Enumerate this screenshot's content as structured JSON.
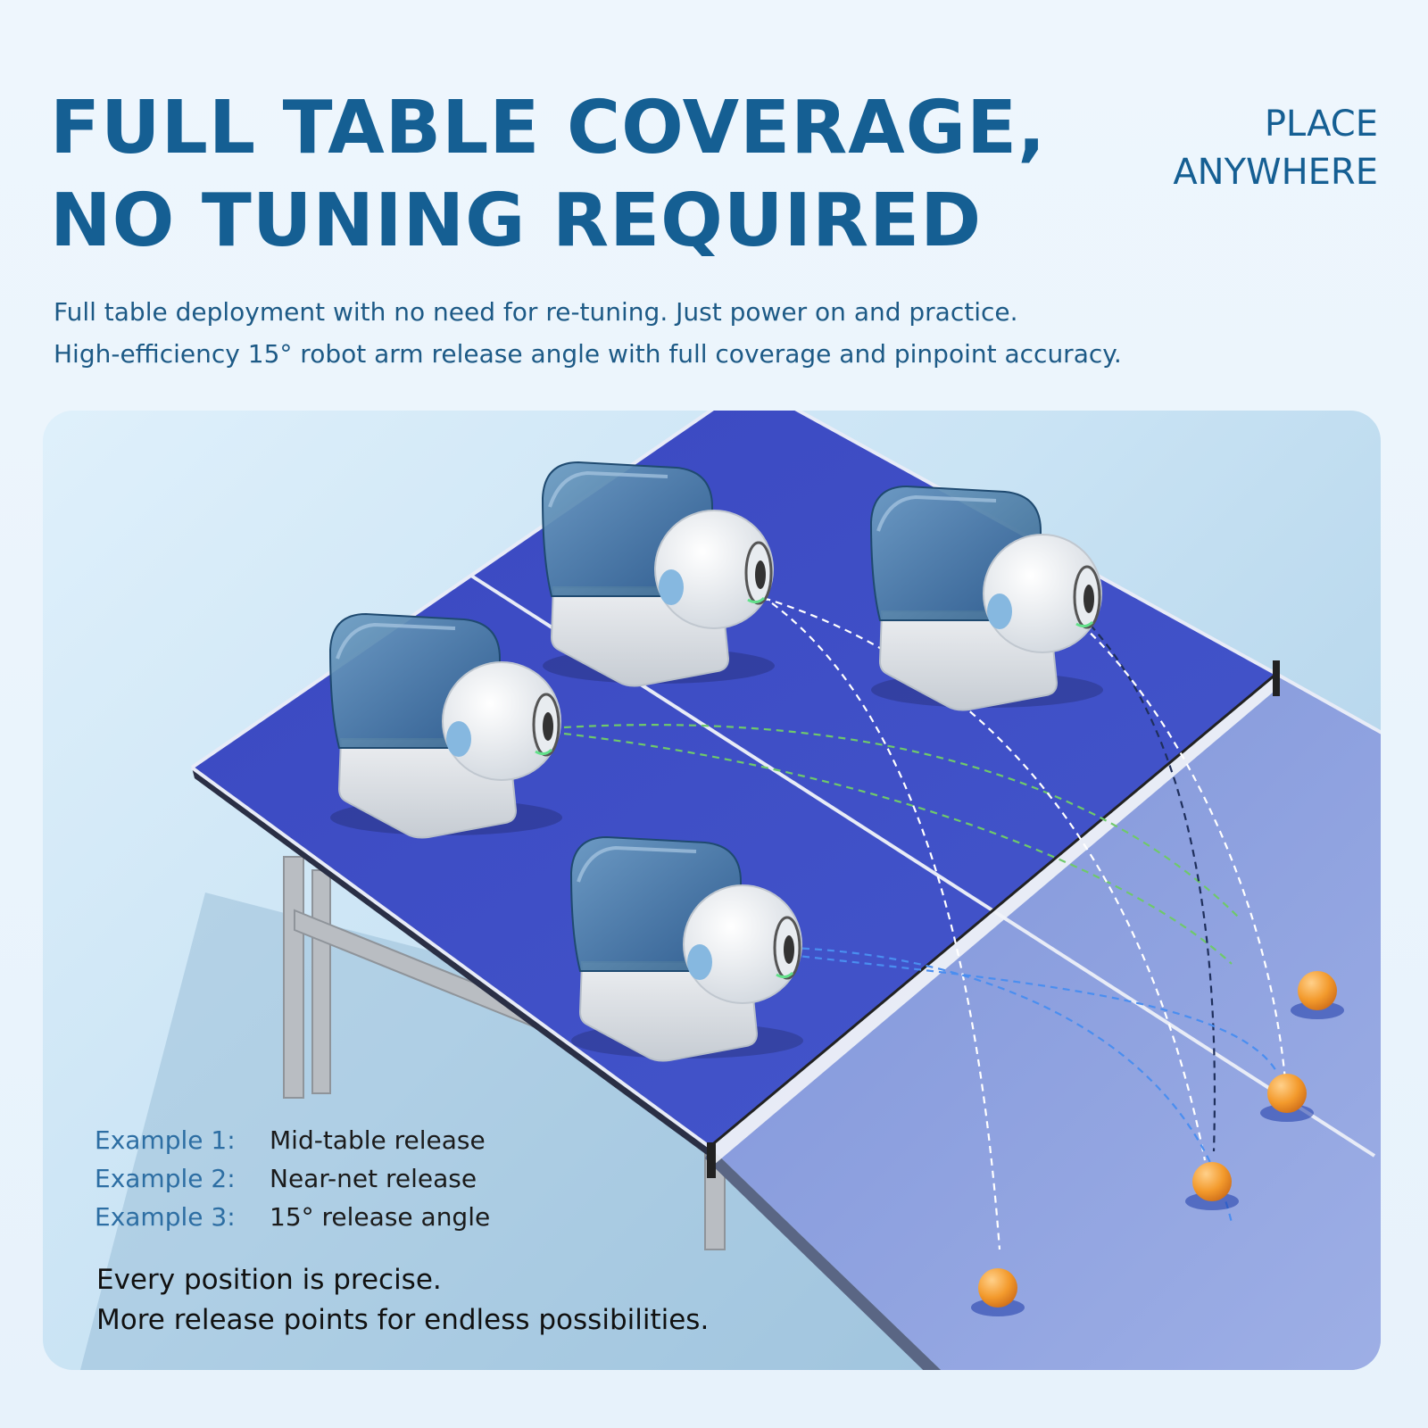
{
  "headline": {
    "line1": "FULL TABLE COVERAGE,",
    "line2": "NO TUNING REQUIRED"
  },
  "tag": {
    "line1": "PLACE",
    "line2": "ANYWHERE"
  },
  "intro": {
    "line1": "Full table deployment with no need for re-tuning. Just power on and practice.",
    "line2": "High-efficiency 15° robot arm release angle with full coverage and pinpoint accuracy."
  },
  "examples": [
    {
      "key": "Example 1:",
      "value": "Mid-table release"
    },
    {
      "key": "Example 2:",
      "value": "Near-net release"
    },
    {
      "key": "Example 3:",
      "value": "15°  release angle"
    }
  ],
  "closing": {
    "line1": "Every position is precise.",
    "line2": "More release points for endless possibilities."
  },
  "colors": {
    "brand": "#155f93",
    "table_surface": "#3d4fc4",
    "table_far_side": "#8ea3df",
    "ball": "#f39a2c",
    "trajectory_white": "#ffffff",
    "trajectory_green": "#6fc96a",
    "trajectory_blue": "#4a8ef0",
    "trajectory_navy": "#1f2f5c"
  },
  "icons": {
    "robot": "ping-pong-robot-icon",
    "ball": "ping-pong-ball-icon",
    "net": "table-net-icon"
  }
}
